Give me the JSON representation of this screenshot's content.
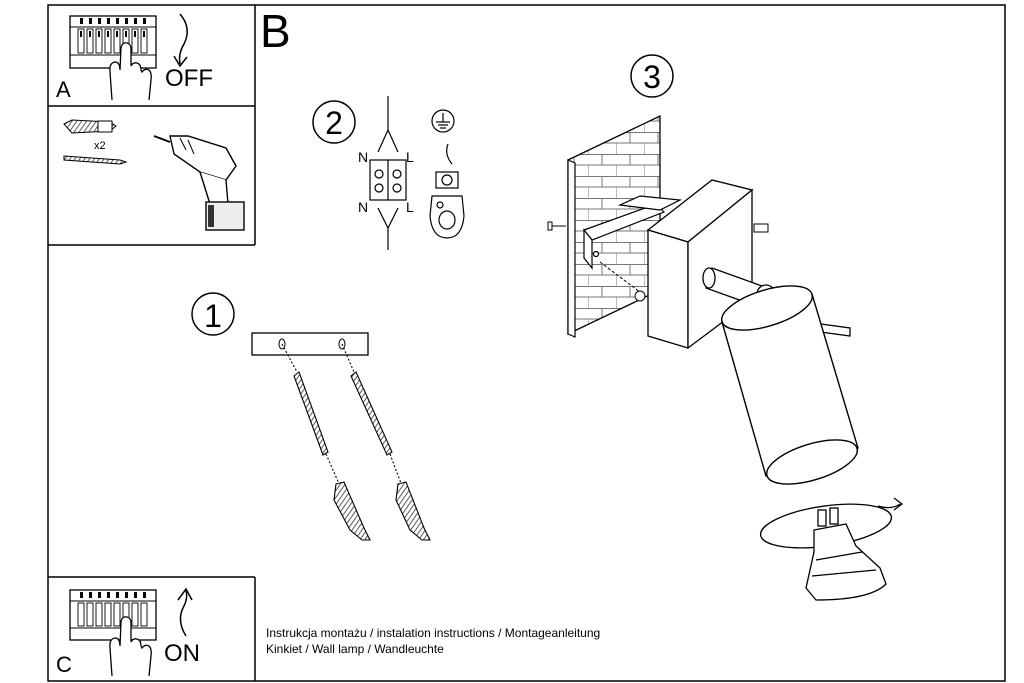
{
  "panels": {
    "a": {
      "letter": "A",
      "action": "OFF"
    },
    "tools": {
      "quantity": "x2"
    },
    "c": {
      "letter": "C",
      "action": "ON"
    }
  },
  "main": {
    "letter": "B",
    "steps": [
      {
        "number": "1"
      },
      {
        "number": "2"
      },
      {
        "number": "3"
      }
    ],
    "wiring": {
      "neutral": "N",
      "live": "L"
    }
  },
  "captions": {
    "line1": "Instrukcja montażu / instalation instructions / Montageanleitung",
    "line2": "Kinkiet / Wall lamp / Wandleuchte"
  }
}
